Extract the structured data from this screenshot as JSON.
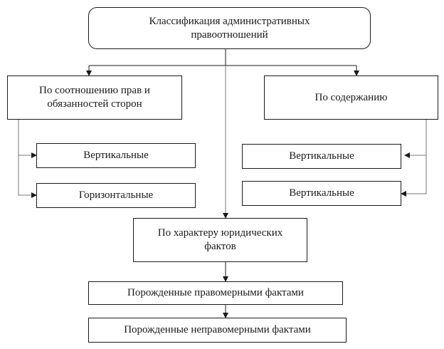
{
  "diagram": {
    "root": {
      "label_line1": "Классификация административных",
      "label_line2": "правоотношений"
    },
    "branches": {
      "rights_duties": {
        "label_line1": "По соотношению прав и",
        "label_line2": "обязанностей сторон",
        "children": [
          "Вертикальные",
          "Горизонтальные"
        ]
      },
      "content": {
        "label": "По содержанию",
        "children": [
          "Вертикальные",
          "Вертикальные"
        ]
      },
      "legal_facts": {
        "label_line1": "По характеру юридических",
        "label_line2": "фактов",
        "children": [
          "Порожденные правомерными фактами",
          "Порожденные неправомерными фактами"
        ]
      }
    }
  },
  "colors": {
    "line": "#1a1a1a",
    "connector_gray": "#7a7a7a"
  }
}
